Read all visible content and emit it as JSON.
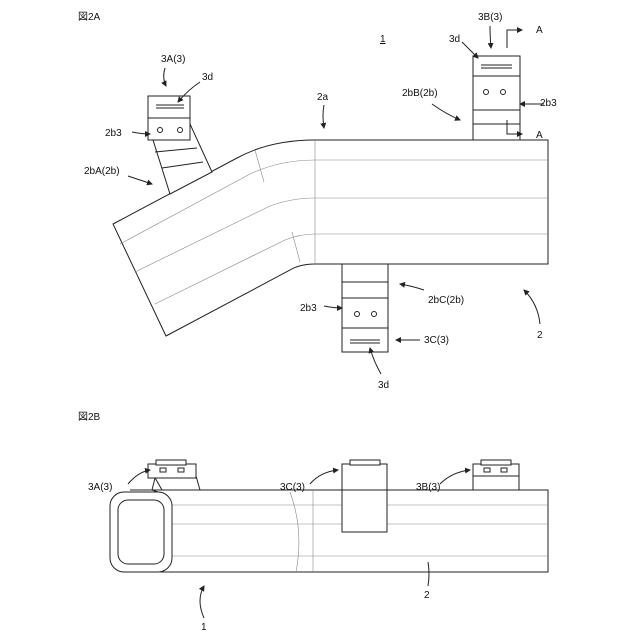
{
  "figures": {
    "fig2a": {
      "title": "図2A",
      "labels": {
        "ref_1": "1",
        "ref_2": "2",
        "ref_2a": "2a",
        "clip_3a": "3A(3)",
        "clip_3b": "3B(3)",
        "clip_3c": "3C(3)",
        "d_3a": "3d",
        "d_3b": "3d",
        "d_3c": "3d",
        "boss_a": "2bA(2b)",
        "boss_b": "2bB(2b)",
        "boss_c": "2bC(2b)",
        "b3_a": "2b3",
        "b3_b": "2b3",
        "b3_c": "2b3",
        "section_top": "A",
        "section_bottom": "A"
      }
    },
    "fig2b": {
      "title": "図2B",
      "labels": {
        "clip_3a": "3A(3)",
        "clip_3c": "3C(3)",
        "clip_3b": "3B(3)",
        "ref_1": "1",
        "ref_2": "2"
      }
    }
  }
}
